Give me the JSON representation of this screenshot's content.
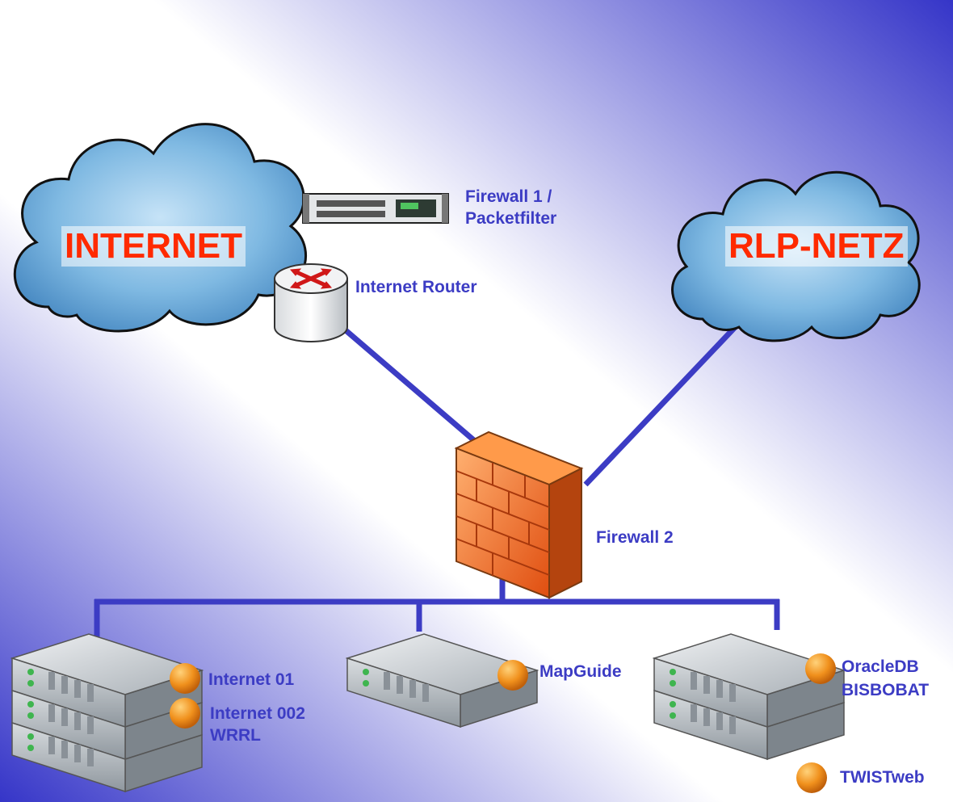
{
  "clouds": {
    "internet": "INTERNET",
    "rlp": "RLP-NETZ"
  },
  "devices": {
    "router": "Internet Router",
    "firewall1_line1": "Firewall 1 /",
    "firewall1_line2": "Packetfilter",
    "firewall2": "Firewall 2"
  },
  "servers": {
    "internet01": "Internet 01",
    "internet002": "Internet 002",
    "wrrl": "WRRL",
    "mapguide": "MapGuide",
    "oracledb": "OracleDB",
    "bisbobat": "BISBOBAT"
  },
  "legend": {
    "twistweb": "TWISTweb"
  },
  "colors": {
    "link": "#3c3cc4",
    "label": "#3c3cc4",
    "cloud_label": "#ff2a00",
    "marker": "#f08a18",
    "firewall": "#f06a1a",
    "background_dark": "#3535c8"
  }
}
